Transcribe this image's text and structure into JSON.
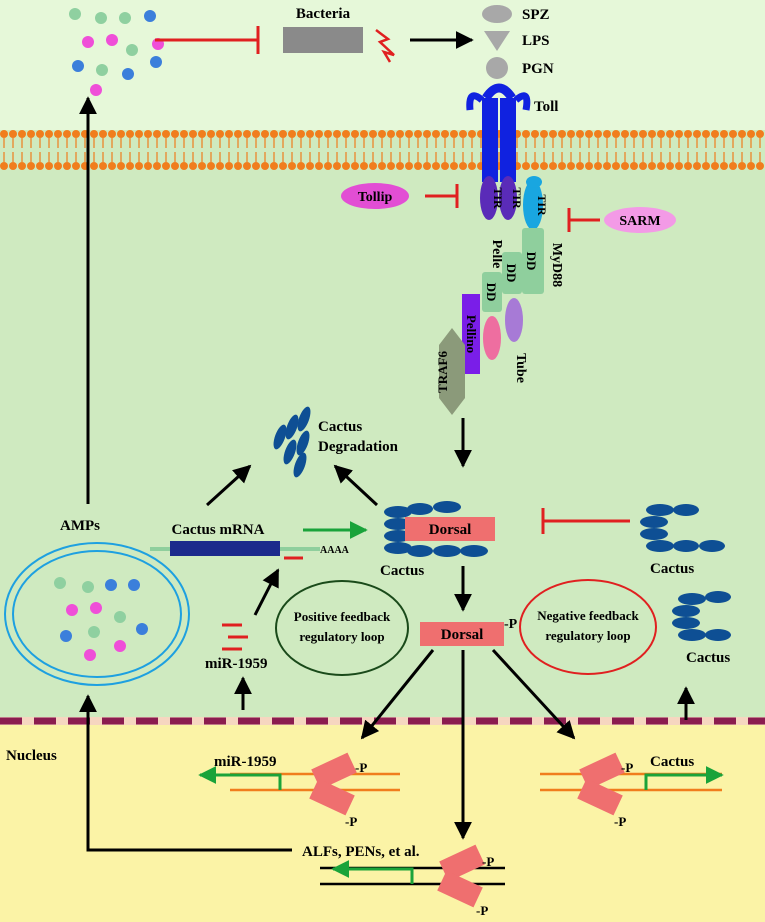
{
  "labels": {
    "bacteria": "Bacteria",
    "spz": "SPZ",
    "lps": "LPS",
    "pgn": "PGN",
    "toll": "Toll",
    "tollip": "Tollip",
    "sarm": "SARM",
    "tir": "TIR",
    "pelle": "Pelle",
    "myd88": "MyD88",
    "dd": "DD",
    "pellino": "Pellino",
    "tube": "Tube",
    "traf6": "TRAF6",
    "cactus_deg_line1": "Cactus",
    "cactus_deg_line2": "Degradation",
    "amps": "AMPs",
    "cactus_mrna": "Cactus mRNA",
    "polya": "AAAA",
    "dorsal": "Dorsal",
    "phospho": "-P",
    "cactus": "Cactus",
    "mir1959": "miR-1959",
    "pos_loop_line1": "Positive feedback",
    "pos_loop_line2": "regulatory loop",
    "neg_loop_line1": "Negative feedback",
    "neg_loop_line2": "regulatory loop",
    "nucleus": "Nucleus",
    "alfs": "ALFs, PENs, et al."
  },
  "colors": {
    "extracellular": "#e6f8d9",
    "cytoplasm": "#cfeac0",
    "nucleus": "#fbf3a6",
    "membrane": "#f07d1d",
    "toll": "#1022e0",
    "tir_purple": "#5a2bb8",
    "tir_cyan": "#19a6e0",
    "dd_green": "#8fcf9d",
    "pellino": "#7a1ee8",
    "tube": "#a77ad6",
    "pink_oval": "#ee6ea0",
    "traf6": "#8b9a7a",
    "tollip": "#e24ed4",
    "sarm": "#f39ae6",
    "cactus_blue": "#0e4f94",
    "dorsal": "#ef6f6f",
    "inhibit_red": "#e02020",
    "activate_green": "#1aa33a",
    "nuclear_envelope": "#8b1c4f",
    "amp_green": "#8fd0a0",
    "amp_pink": "#ef4fd8",
    "amp_blue": "#3b7fdb",
    "mrna_bar": "#1c2a8c",
    "loop_pos": "#1a4a1a",
    "loop_neg": "#e02020",
    "vesicle": "#1ea0e0"
  }
}
